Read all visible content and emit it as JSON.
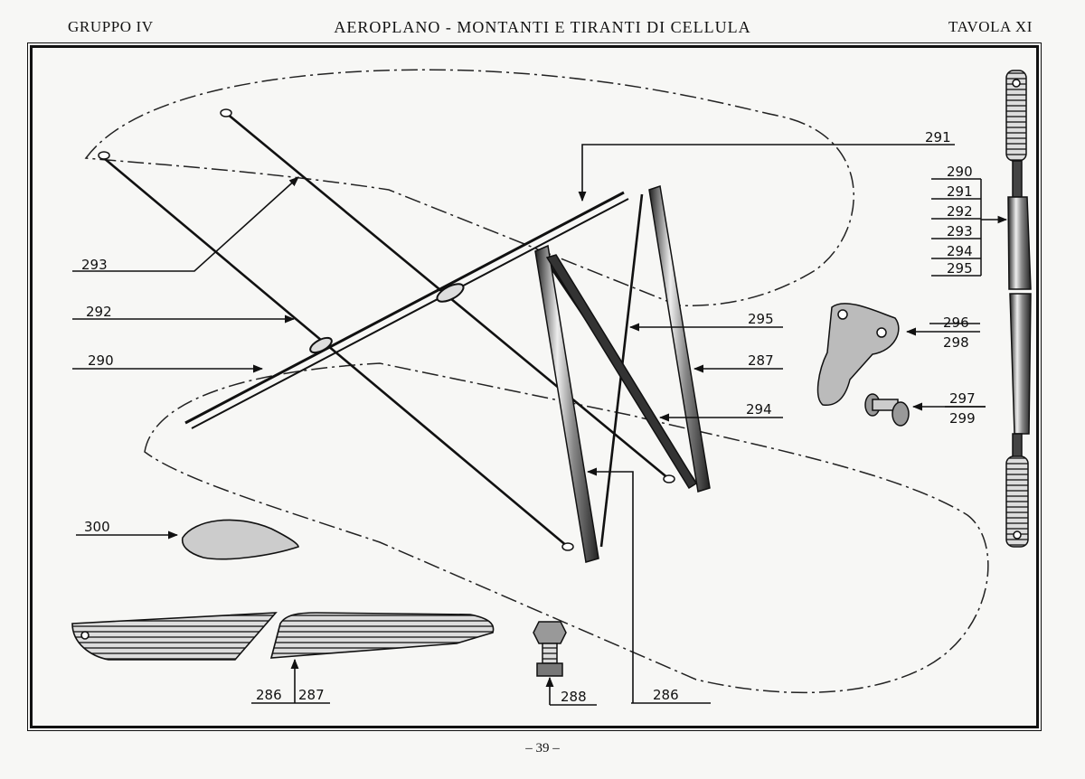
{
  "header": {
    "group": "GRUPPO IV",
    "title": "AEROPLANO - MONTANTI E TIRANTI DI CELLULA",
    "plate": "TAVOLA XI"
  },
  "page_number": "– 39 –",
  "callouts": {
    "c293": "293",
    "c292": "292",
    "c290": "290",
    "c300": "300",
    "c286a": "286",
    "c287a": "287",
    "c288": "288",
    "c286b": "286",
    "c291": "291",
    "c295a": "295",
    "c287b": "287",
    "c294a": "294",
    "c296": "296",
    "c298": "298",
    "c297": "297",
    "c299": "299",
    "stack": [
      "290",
      "291",
      "292",
      "293",
      "294",
      "295"
    ]
  }
}
